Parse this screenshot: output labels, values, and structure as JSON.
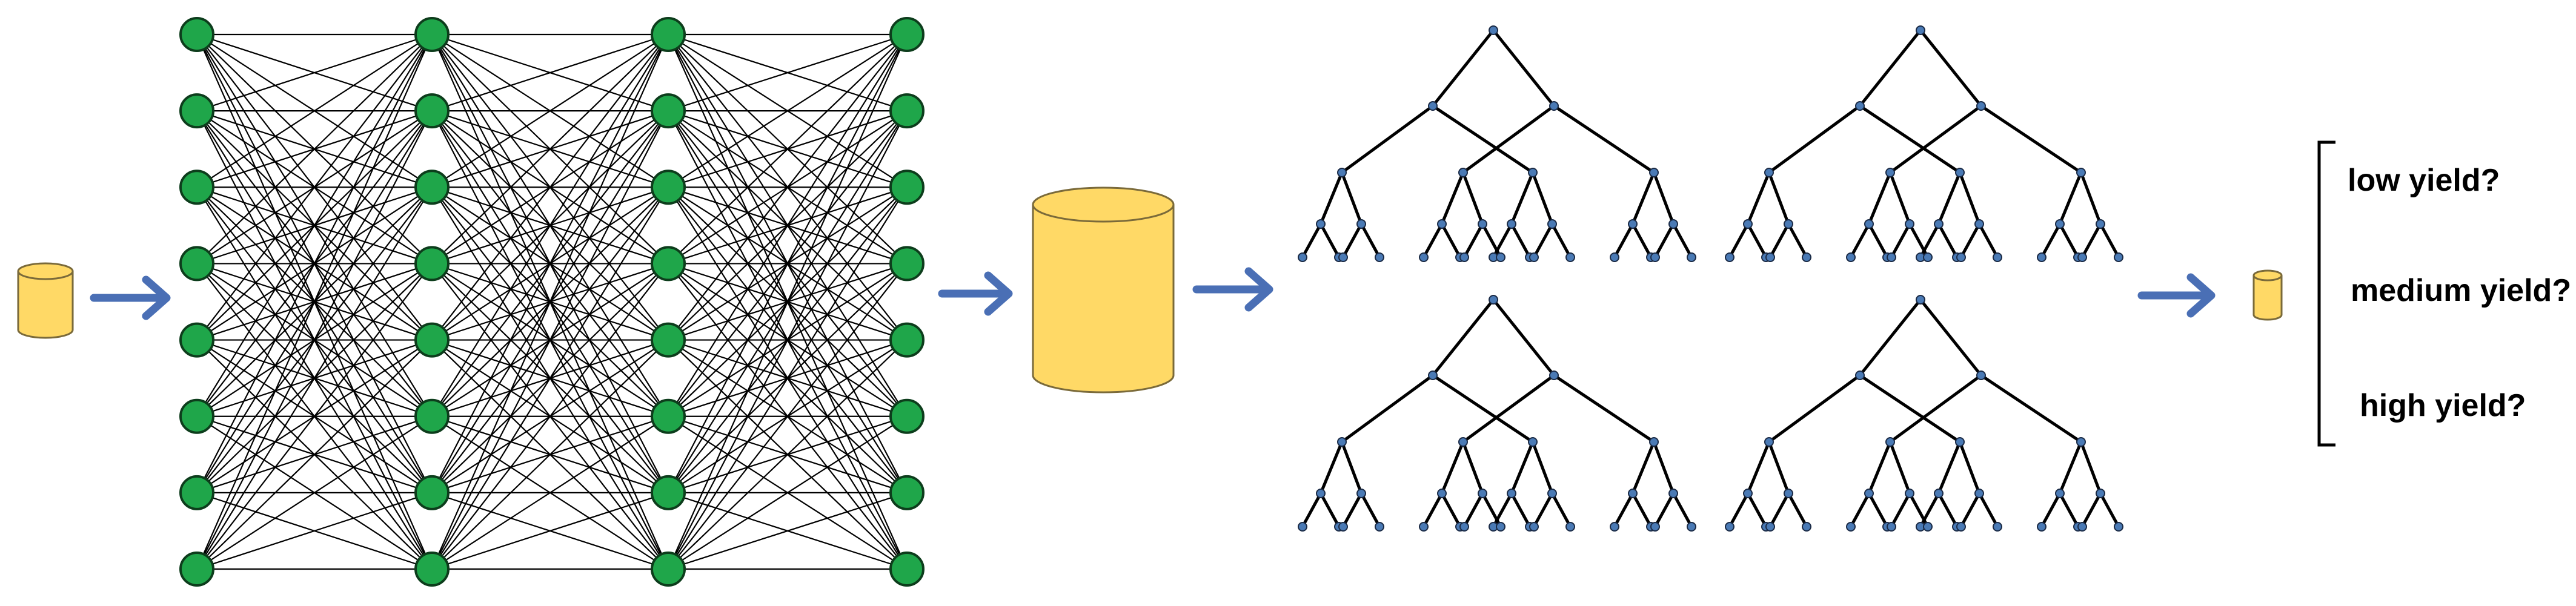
{
  "neural_network": {
    "layers": 4,
    "nodes_per_layer": 8,
    "node_color": "#1fa64a",
    "edge_color": "#000000"
  },
  "data_cylinders": {
    "fill_color": "#ffd966",
    "stroke_color": "#7a6a3a"
  },
  "arrows": {
    "color": "#4a6fb5",
    "count": 4
  },
  "random_forest": {
    "tree_count": 4,
    "tree_depth": 5,
    "node_color": "#4a7ab5"
  },
  "outputs": {
    "labels": [
      "low yield?",
      "medium yield?",
      "high yield?"
    ]
  }
}
